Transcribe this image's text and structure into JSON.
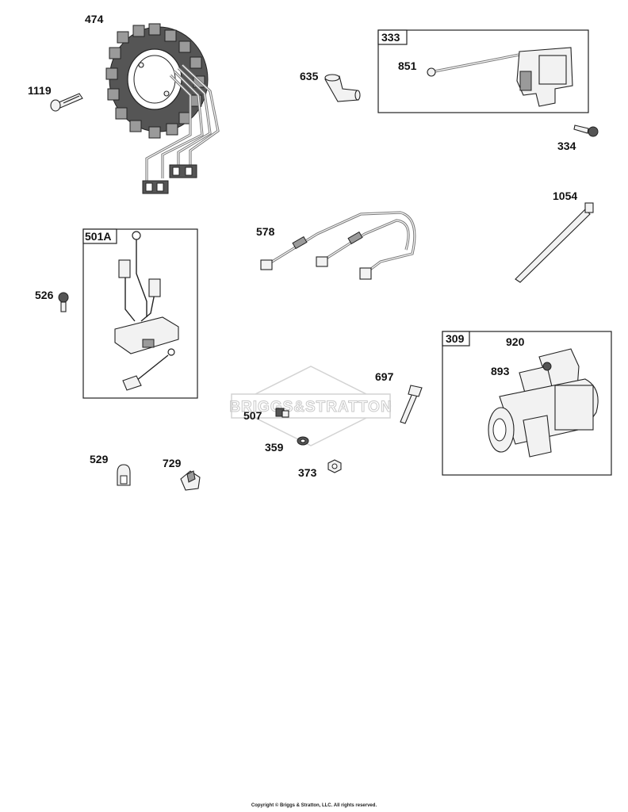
{
  "watermark": "BRIGGS&STRATTON",
  "copyright": "Copyright © Briggs & Stratton, LLC. All rights reserved.",
  "parts": {
    "p474": "474",
    "p1119": "1119",
    "p635": "635",
    "p851": "851",
    "p333": "333",
    "p334": "334",
    "p1054": "1054",
    "p578": "578",
    "p501A": "501A",
    "p526": "526",
    "p697": "697",
    "p507": "507",
    "p359": "359",
    "p373": "373",
    "p529": "529",
    "p729": "729",
    "p309": "309",
    "p920": "920",
    "p893": "893"
  }
}
